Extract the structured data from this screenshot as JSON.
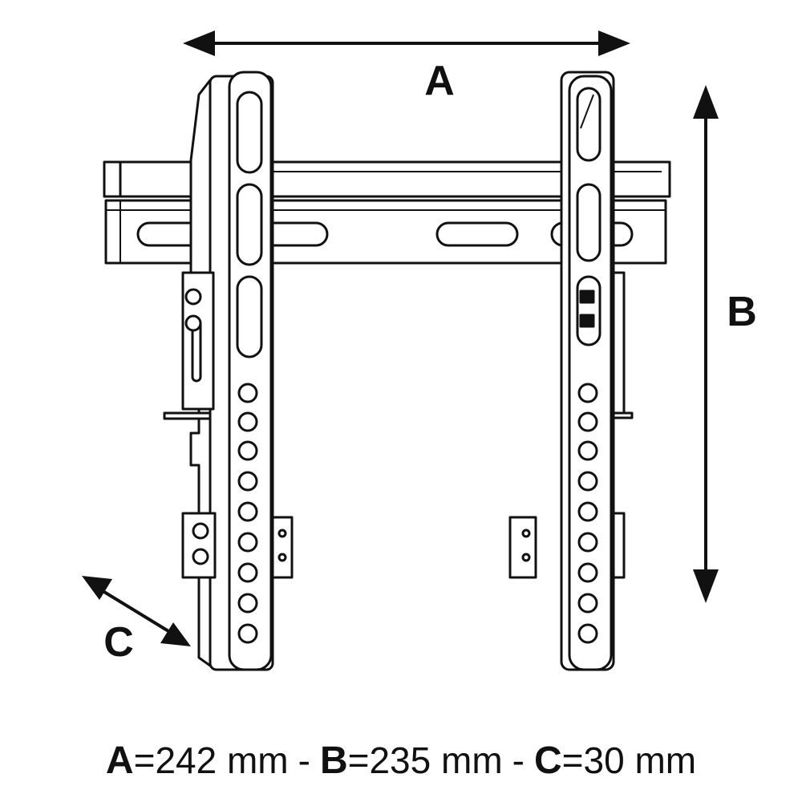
{
  "labels": {
    "a": "A",
    "b": "B",
    "c": "C"
  },
  "caption": {
    "a_letter": "A",
    "a_value": "=242 mm",
    "sep1": "-",
    "b_letter": "B",
    "b_value": "=235 mm",
    "sep2": "-",
    "c_letter": "C",
    "c_value": "=30 mm"
  },
  "colors": {
    "ink": "#111111",
    "paper": "#ffffff"
  }
}
